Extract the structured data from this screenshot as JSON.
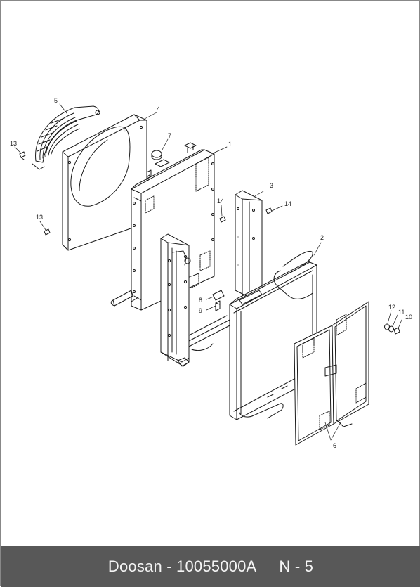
{
  "diagram": {
    "callouts": {
      "p1": "1",
      "p2": "2",
      "p3": "3",
      "p4": "4",
      "p5": "5",
      "p6": "6",
      "p7": "7",
      "p8": "8",
      "p9": "9",
      "p10": "10",
      "p11": "11",
      "p12": "12",
      "p13a": "13",
      "p13b": "13",
      "p14a": "14",
      "p14b": "14"
    }
  },
  "footer": {
    "part_ref": "Doosan - 10055000A",
    "page_ref": "N - 5"
  }
}
